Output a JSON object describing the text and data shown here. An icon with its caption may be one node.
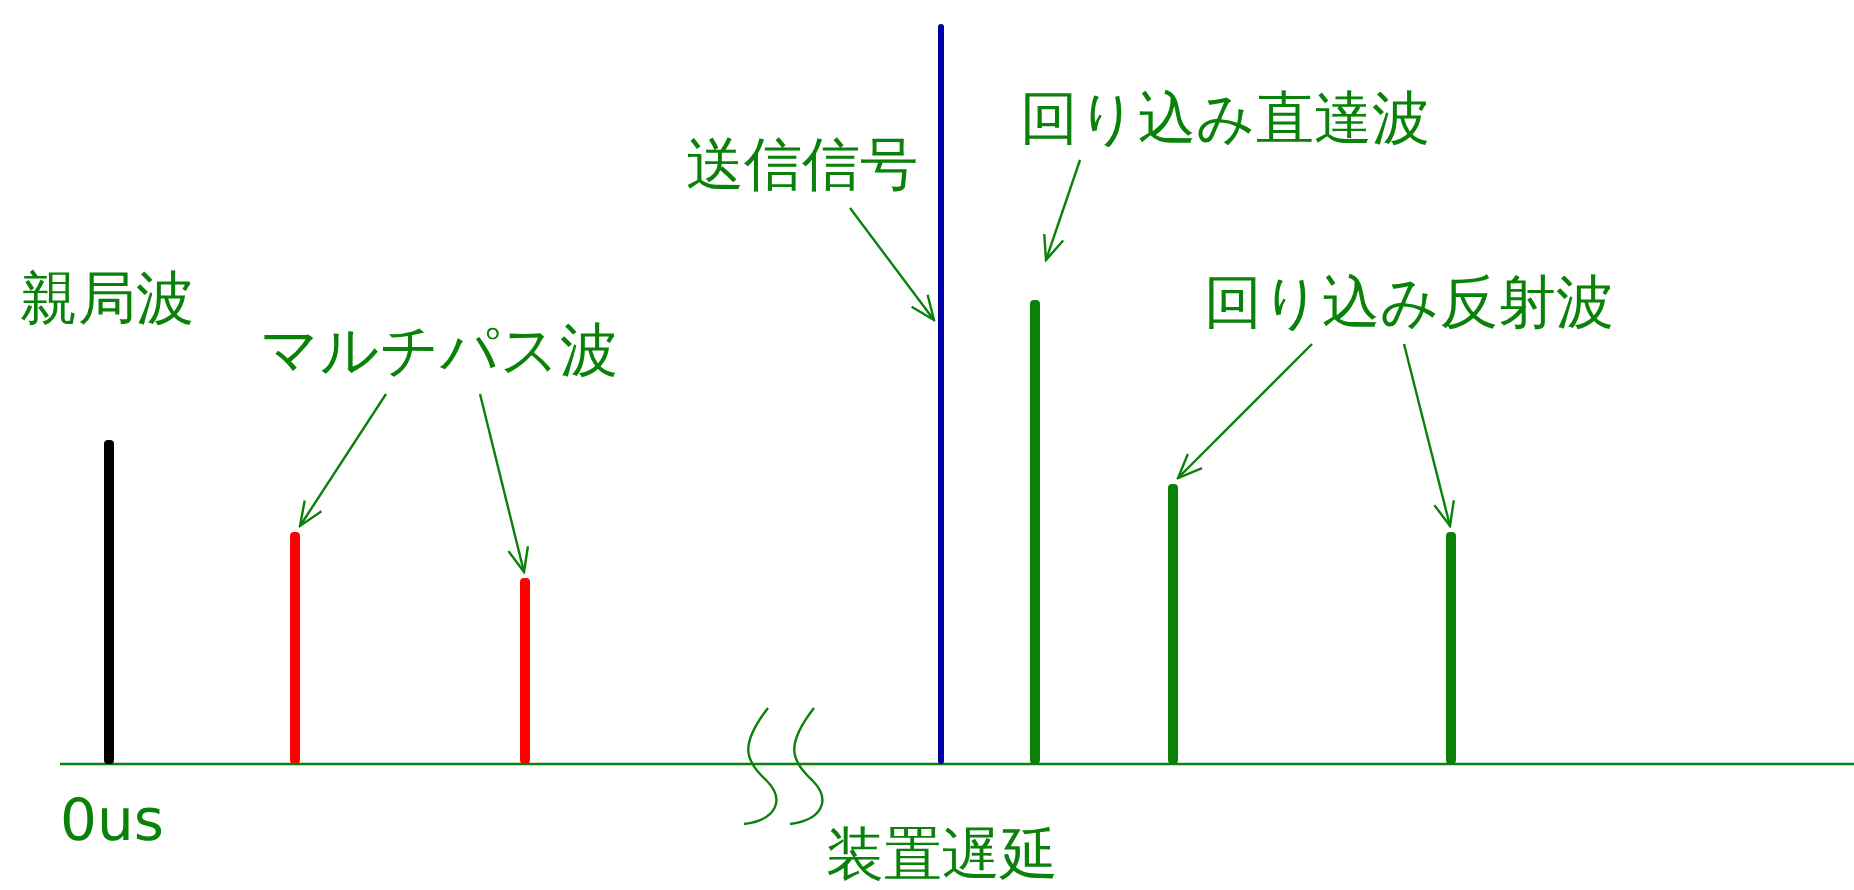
{
  "diagram": {
    "nodes": [
      {
        "text": [
          "マルチパス波"
        ]
      },
      {
        "text": [
          "送信信号"
        ]
      },
      {
        "text": [
          "回り込み直達波"
        ]
      },
      {
        "text": [
          "回り込み反射波"
        ]
      },
      {
        "text": [],
        "shape": "bar"
      },
      {
        "text": [],
        "shape": "bar"
      },
      {
        "text": [],
        "shape": "bar"
      },
      {
        "text": [],
        "shape": "bar"
      },
      {
        "text": [],
        "shape": "bar"
      },
      {
        "text": [],
        "shape": "bar"
      },
      {
        "text": [],
        "shape": "bar"
      }
    ],
    "edges": [
      {
        "from": 0,
        "to": 5,
        "arrow": "to"
      },
      {
        "from": 0,
        "to": 6,
        "arrow": "to"
      },
      {
        "from": 1,
        "to": 7,
        "arrow": "to"
      },
      {
        "from": 2,
        "to": 8,
        "arrow": "to"
      },
      {
        "from": 3,
        "to": 9,
        "arrow": "to"
      },
      {
        "from": 3,
        "to": 10,
        "arrow": "to"
      }
    ],
    "labels": [
      "親局波",
      "0us",
      "装置遅延"
    ]
  }
}
